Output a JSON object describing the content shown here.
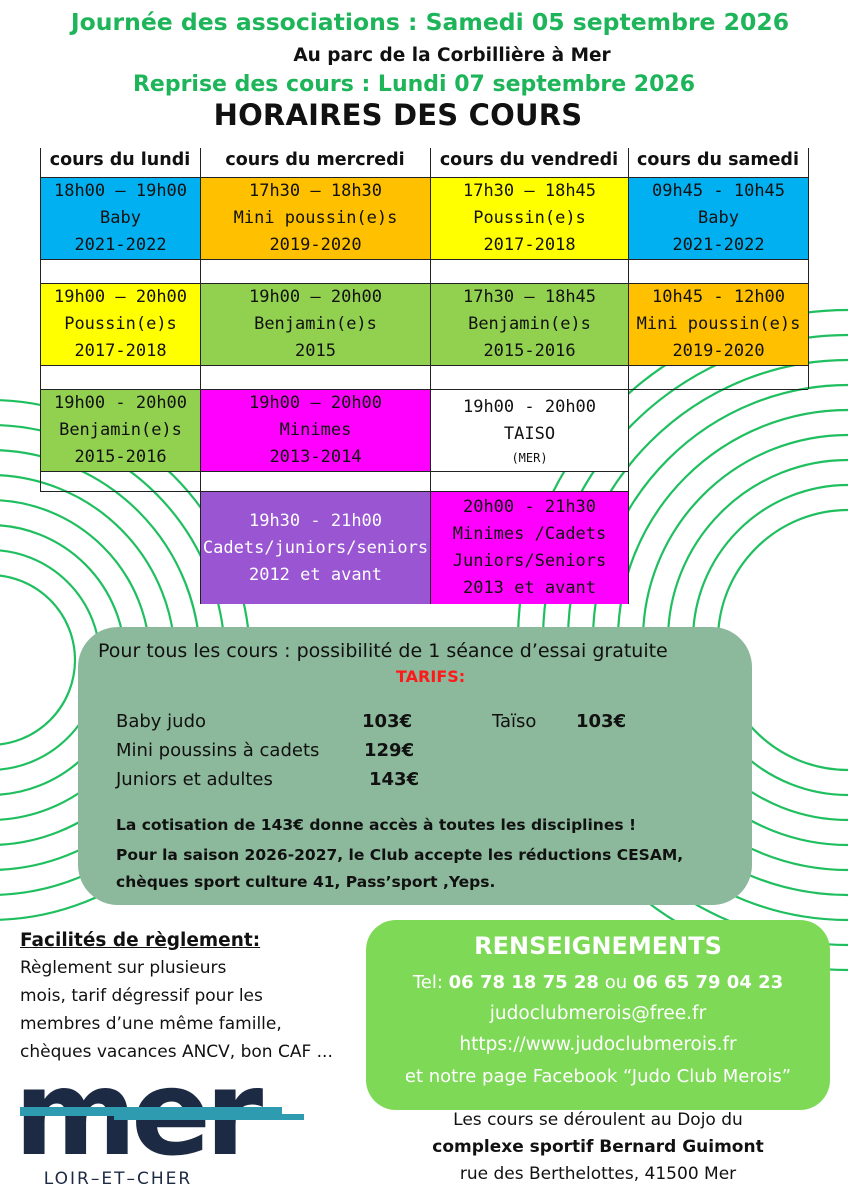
{
  "header": {
    "line1": "Journée des associations : Samedi 05 septembre 2026",
    "line2": "Au parc de la Corbillière à Mer",
    "line3": "Reprise des cours : Lundi 07 septembre 2026",
    "title": "HORAIRES DES COURS"
  },
  "schedule": {
    "columns": [
      "cours du lundi",
      "cours du mercredi",
      "cours du vendredi",
      "cours du samedi"
    ],
    "rows": [
      [
        {
          "time": "18h00 – 19h00",
          "group": "Baby",
          "years": "2021-2022",
          "color": "#00b0f0"
        },
        {
          "time": "17h30 – 18h30",
          "group": "Mini poussin(e)s",
          "years": "2019-2020",
          "color": "#ffc000"
        },
        {
          "time": "17h30 – 18h45",
          "group": "Poussin(e)s",
          "years": "2017-2018",
          "color": "#ffff00"
        },
        {
          "time": "09h45 - 10h45",
          "group": "Baby",
          "years": "2021-2022",
          "color": "#00b0f0"
        }
      ],
      [
        {
          "time": "19h00 – 20h00",
          "group": "Poussin(e)s",
          "years": "2017-2018",
          "color": "#ffff00"
        },
        {
          "time": "19h00 – 20h00",
          "group": "Benjamin(e)s",
          "years": "2015",
          "color": "#92d050"
        },
        {
          "time": "17h30 – 18h45",
          "group": "Benjamin(e)s",
          "years": "2015-2016",
          "color": "#92d050"
        },
        {
          "time": "10h45 - 12h00",
          "group": "Mini poussin(e)s",
          "years": "2019-2020",
          "color": "#ffc000"
        }
      ],
      [
        {
          "time": "19h00 - 20h00",
          "group": "Benjamin(e)s",
          "years": "2015-2016",
          "color": "#92d050"
        },
        {
          "time": "19h00 – 20h00",
          "group": "Minimes",
          "years": "2013-2014",
          "color": "#ff00ff"
        },
        {
          "time": "19h00 - 20h00",
          "group": "TAISO",
          "years": "(MER)",
          "color": "#ffffff"
        }
      ],
      [
        {
          "time": "19h30 - 21h00",
          "group": "Cadets/juniors/seniors",
          "years": "2012 et avant",
          "color": "#9955d2"
        },
        {
          "time": "20h00 - 21h30",
          "group": "Minimes /Cadets",
          "extra": "Juniors/Seniors",
          "years": "2013 et avant",
          "color": "#ff00ff"
        }
      ]
    ]
  },
  "tarifs": {
    "intro": "Pour tous les cours : possibilité de 1 séance d’essai gratuite",
    "title": "TARIFS:",
    "items": [
      {
        "label": "Baby judo",
        "price": "103€"
      },
      {
        "label": "Mini poussins à cadets",
        "price": "129€"
      },
      {
        "label": "Juniors et adultes",
        "price": "143€"
      }
    ],
    "taiso_label": "Taïso",
    "taiso_price": "103€",
    "note1": "La cotisation de 143€ donne accès à toutes les disciplines !",
    "note2": "Pour la saison 2026-2027, le Club accepte les réductions CESAM,",
    "note3": "chèques sport culture 41, Pass’sport ,Yeps."
  },
  "payment": {
    "title": "Facilités de règlement:",
    "lines": [
      "Règlement sur plusieurs",
      "mois, tarif dégressif pour les",
      "membres d’une même famille,",
      "chèques vacances ANCV, bon CAF ..."
    ]
  },
  "contact": {
    "title": "RENSEIGNEMENTS",
    "tel_prefix": "Tel:",
    "phone1": "06 78 18 75 28",
    "or": "ou",
    "phone2": "06 65 79 04 23",
    "email": "judoclubmerois@free.fr",
    "website": "https://www.judoclubmerois.fr",
    "facebook": "et notre page Facebook “Judo Club Merois”"
  },
  "location": {
    "line1": "Les cours se déroulent au Dojo du",
    "line2": "complexe sportif Bernard Guimont",
    "line3": "rue des Berthelottes, 41500 Mer"
  },
  "logo": {
    "word": "mer",
    "subtitle": "LOIR–ET–CHER",
    "colors": {
      "dark": "#1d2a44",
      "teal": "#2f9bb0"
    }
  },
  "colors": {
    "green_heading": "#1eb55a",
    "tarifs_red": "#ff1a1a",
    "tarifs_box": "#8cb89b",
    "contact_box": "#7ed957"
  }
}
